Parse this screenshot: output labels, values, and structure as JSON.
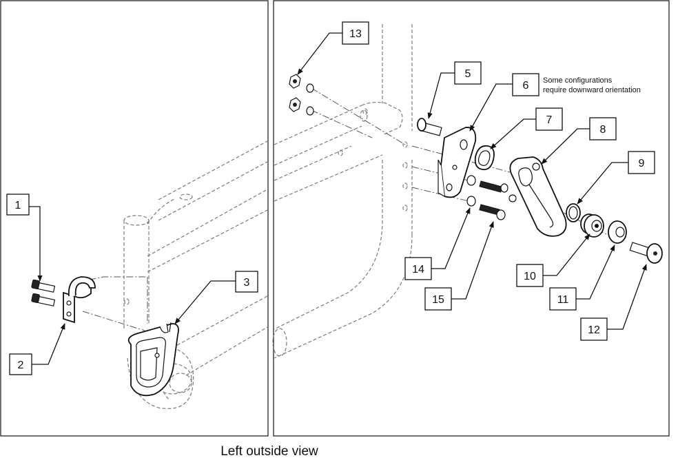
{
  "caption": "Left outside view",
  "note": {
    "line1": "Some configurations",
    "line2": "require downward orientation"
  },
  "callouts": {
    "c1": "1",
    "c2": "2",
    "c3": "3",
    "c5": "5",
    "c6": "6",
    "c7": "7",
    "c8": "8",
    "c9": "9",
    "c10": "10",
    "c11": "11",
    "c12": "12",
    "c13": "13",
    "c14": "14",
    "c15": "15"
  }
}
